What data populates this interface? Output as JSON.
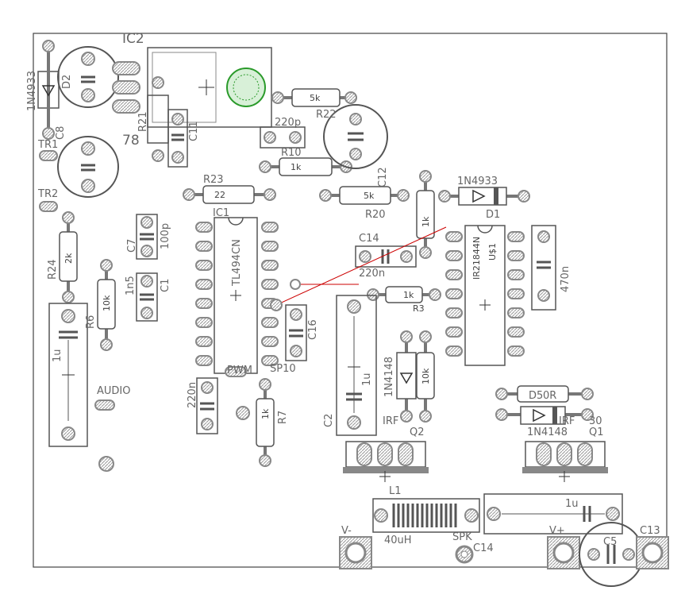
{
  "title": "",
  "colors": {
    "silk": "#555555",
    "pad": "#8a8a8a",
    "pad_light": "#cfcfcf",
    "air_wire": "#cc0000",
    "heatsink_hole": "#2a9a2a",
    "background": "#ffffff"
  },
  "labels": {
    "ic2": "IC2",
    "d2": "D2",
    "d2_part": "1N4933",
    "c8": "C8",
    "tr1": "TR1",
    "tr2": "TR2",
    "r21": "R21",
    "c11": "C11",
    "reg": "78",
    "r22_val": "5k",
    "r22": "R22",
    "c10": "220p",
    "r10": "R10",
    "r10_val": "1k",
    "c12": "C12",
    "r23": "R23",
    "r23_val": "22",
    "ic1": "IC1",
    "ic1_part": "TL494CN",
    "r20": "R20",
    "r20_val": "5k",
    "d1": "D1",
    "d1_part": "1N4933",
    "r1_val": "1k",
    "c14": "C14",
    "c14_val": "220n",
    "c7": "C7",
    "c7_val": "100p",
    "c1": "C1",
    "c1_val": "1n5",
    "r24": "R24",
    "r24_val": "2k",
    "r6": "R6",
    "r6_val": "10k",
    "c16": "C16",
    "r3": "R3",
    "r3_val": "1k",
    "u1": "U$1",
    "u1_part": "IR21844N",
    "c_470": "470n",
    "c4_val": "1u",
    "audio": "AUDIO",
    "pwm": "PWM",
    "sp10": "SP10",
    "c_220n": "220n",
    "r7": "R7",
    "r7_val": "1k",
    "c2": "C2",
    "c2_val": "1u",
    "d3": "1N4148",
    "r4_val": "10k",
    "d5": "D5",
    "d5_r": "0R",
    "irf_l": "IRF",
    "irf_r": "IRF",
    "irf_r_num": "30",
    "q2": "Q2",
    "q1": "Q1",
    "d4": "1N4148",
    "l1": "L1",
    "l1_val": "40uH",
    "c3_val": "1u",
    "v_minus": "V-",
    "spk": "SPK",
    "c14b": "C14",
    "v_plus": "V+",
    "c5": "C5",
    "c13": "C13"
  }
}
